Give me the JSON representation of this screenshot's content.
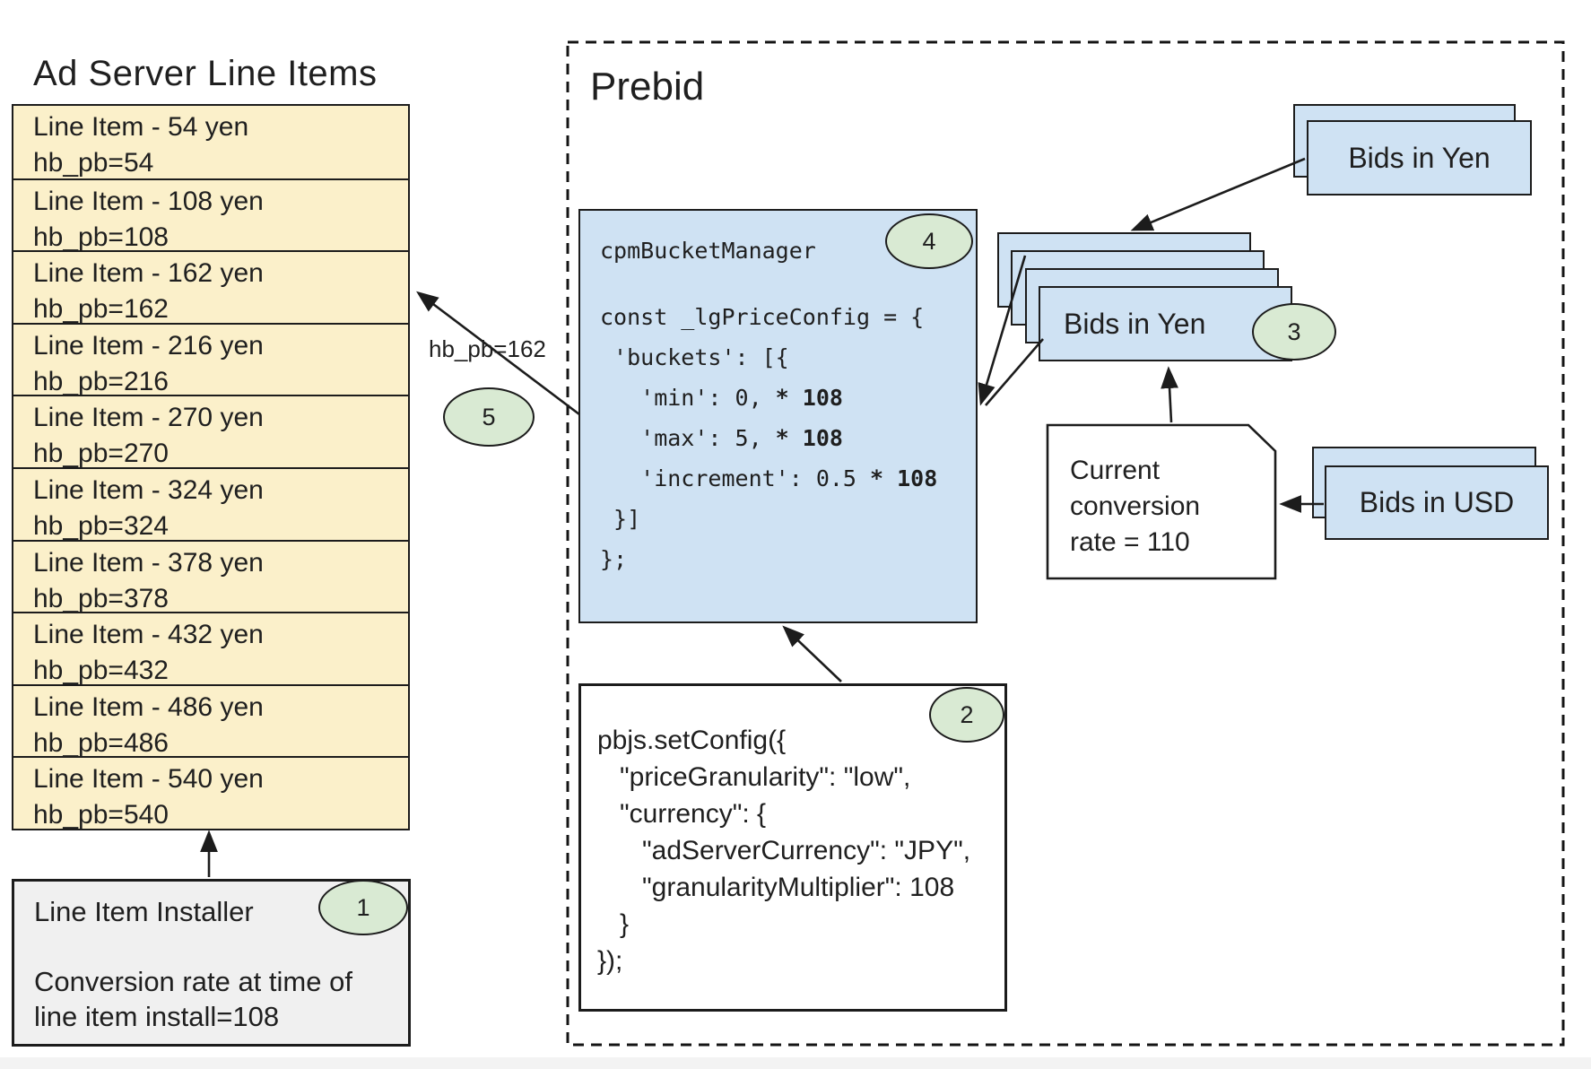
{
  "colors": {
    "row_yellow": "#fbf0ca",
    "card_blue": "#cfe2f3",
    "badge_green": "#d9ead3",
    "installer_gray": "#f0f0f0",
    "line_dark": "#1c1c1c"
  },
  "left_panel": {
    "title": "Ad Server Line Items",
    "line_items": [
      {
        "title": "Line Item - 54 yen",
        "kv": "hb_pb=54"
      },
      {
        "title": "Line Item - 108 yen",
        "kv": "hb_pb=108"
      },
      {
        "title": "Line Item - 162 yen",
        "kv": "hb_pb=162"
      },
      {
        "title": "Line Item - 216 yen",
        "kv": "hb_pb=216"
      },
      {
        "title": "Line Item - 270 yen",
        "kv": "hb_pb=270"
      },
      {
        "title": "Line Item - 324 yen",
        "kv": "hb_pb=324"
      },
      {
        "title": "Line Item - 378 yen",
        "kv": "hb_pb=378"
      },
      {
        "title": "Line Item - 432 yen",
        "kv": "hb_pb=432"
      },
      {
        "title": "Line Item - 486 yen",
        "kv": "hb_pb=486"
      },
      {
        "title": "Line Item - 540 yen",
        "kv": "hb_pb=540"
      }
    ],
    "installer": {
      "title": "Line Item Installer",
      "badge": "1",
      "note": [
        "Conversion rate at time of",
        "line item install=108"
      ]
    }
  },
  "prebid": {
    "title": "Prebid",
    "hb_pb_label": "hb_pb=162",
    "badge5": "5",
    "bucket_manager": {
      "label": "cpmBucketManager",
      "badge": "4",
      "code_lines": [
        [
          {
            "t": "const _lgPriceConfig = {"
          }
        ],
        [
          {
            "t": " 'buckets': [{"
          }
        ],
        [
          {
            "t": "   'min': 0, "
          },
          {
            "t": "* 108",
            "b": 1
          }
        ],
        [
          {
            "t": "   'max': 5, "
          },
          {
            "t": "* 108",
            "b": 1
          }
        ],
        [
          {
            "t": "   'increment': 0.5 "
          },
          {
            "t": "* 108",
            "b": 1
          }
        ],
        [
          {
            "t": " }]"
          }
        ],
        [
          {
            "t": "};"
          }
        ]
      ]
    },
    "set_config": {
      "badge": "2",
      "code_lines": [
        "pbjs.setConfig({",
        "   \"priceGranularity\": \"low\",",
        "   \"currency\": {",
        "      \"adServerCurrency\": \"JPY\",",
        "      \"granularityMultiplier\": 108",
        "   }",
        "});"
      ]
    }
  },
  "bids": {
    "yen_single_label": "Bids in Yen",
    "yen_stack_label": "Bids in Yen",
    "stack_badge": "3",
    "usd_label": "Bids in USD",
    "conversion_note": [
      "Current",
      "conversion",
      "rate = 110"
    ]
  }
}
